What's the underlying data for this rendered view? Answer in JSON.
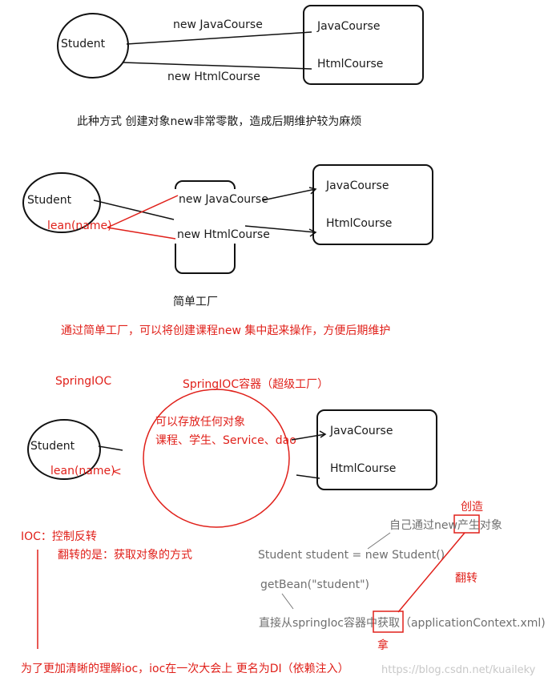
{
  "section1": {
    "student": "Student",
    "edge_java": "new JavaCourse",
    "edge_html": "new HtmlCourse",
    "box_java": "JavaCourse",
    "box_html": "HtmlCourse",
    "note": "此种方式 创建对象new非常零散，造成后期维护较为麻烦"
  },
  "section2": {
    "student": "Student",
    "lean": "lean(name)",
    "factory_java": "new JavaCourse",
    "factory_html": "new HtmlCourse",
    "factory_caption": "简单工厂",
    "box_java": "JavaCourse",
    "box_html": "HtmlCourse",
    "note": "通过简单工厂，可以将创建课程new 集中起来操作，方便后期维护"
  },
  "section3": {
    "title": "SpringIOC",
    "container_title": "SpringIOC容器（超级工厂）",
    "container_line1": "可以存放任何对象",
    "container_line2": "课程、学生、Service、dao",
    "student": "Student",
    "lean": "lean(name)",
    "lean_arrow": "<",
    "box_java": "JavaCourse",
    "box_html": "HtmlCourse"
  },
  "ioc": {
    "title": "IOC：控制反转",
    "subtitle": "翻转的是：获取对象的方式",
    "footer": "为了更加清晰的理解ioc，ioc在一次大会上 更名为DI（依赖注入）",
    "create_label": "创造",
    "flip_label": "翻转",
    "take_label": "拿",
    "self_new": "自己通过new产生对象",
    "code_new": "Student student = new Student()",
    "get_bean": "getBean(\"student\")",
    "direct_get": "直接从springIoc容器中获取（applicationContext.xml)"
  },
  "watermark": "https://blog.csdn.net/kuaileky"
}
